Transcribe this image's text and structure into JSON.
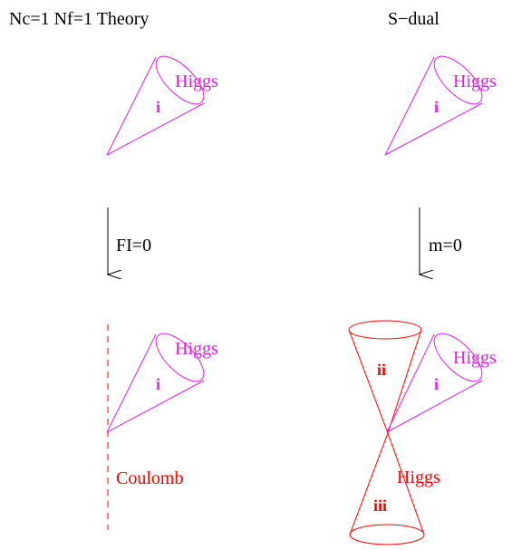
{
  "titles": {
    "left": "Nc=1 Nf=1 Theory",
    "right": "S−dual"
  },
  "arrows": {
    "left_label": "FI=0",
    "right_label": "m=0"
  },
  "cones": {
    "top_left": {
      "label": "Higgs",
      "index": "i"
    },
    "top_right": {
      "label": "Higgs",
      "index": "i"
    },
    "bottom_left": {
      "label": "Higgs",
      "index": "i"
    },
    "bottom_right_small": {
      "label": "Higgs",
      "index": "i"
    },
    "bottom_right_upper": {
      "index": "ii"
    },
    "bottom_right_lower": {
      "label": "Higgs",
      "index": "iii"
    }
  },
  "coulomb": {
    "label": "Coulomb"
  },
  "colors": {
    "magenta": "#e020e0",
    "red": "#ff0000",
    "black": "#000000"
  }
}
